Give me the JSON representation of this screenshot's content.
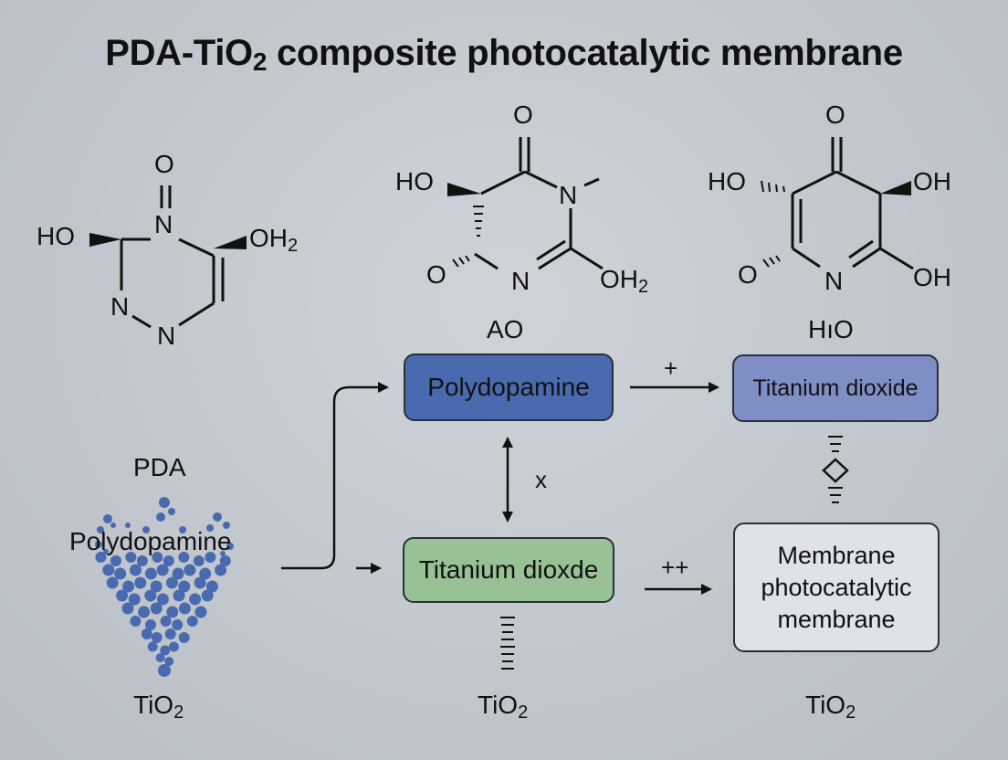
{
  "title": {
    "prefix": "PDA-TiO",
    "subscript": "2",
    "suffix": " composite photocatalytic membrane"
  },
  "molecule_left": {
    "atoms": [
      "O",
      "N",
      "HO",
      "OH",
      "2",
      "N",
      "N"
    ]
  },
  "molecule_middle": {
    "atoms": [
      "O",
      "HO",
      "N",
      "O",
      "N",
      "OH",
      "2"
    ],
    "caption": "AO"
  },
  "molecule_right": {
    "atoms": [
      "O",
      "HO",
      "OH",
      "O",
      "N",
      "OH"
    ],
    "caption": "HıO"
  },
  "left_panel": {
    "label_top": "PDA",
    "label_mid": "Polydopamine",
    "label_bottom_main": "TiO",
    "label_bottom_sub": "2"
  },
  "boxes": {
    "polydopamine": "Polydopamine",
    "titanium_top": "Titanium dioxide",
    "titanium_green": "Titanium dioxde",
    "membrane_line1": "Membrane",
    "membrane_line2": "photocatalytic",
    "membrane_line3": "membrane"
  },
  "arrow_labels": {
    "plus": "+",
    "x": "x",
    "plusplus": "++"
  },
  "bottom_labels": {
    "middle_main": "TiO",
    "middle_sub": "2",
    "right_main": "TiO",
    "right_sub": "2"
  },
  "colors": {
    "polydopamine_box": "#4a6ab0",
    "titanium_top_box": "#7f8fc6",
    "titanium_green_box": "#98c196",
    "membrane_box": "#dfe2ea",
    "particles": "#4a6ab0"
  }
}
